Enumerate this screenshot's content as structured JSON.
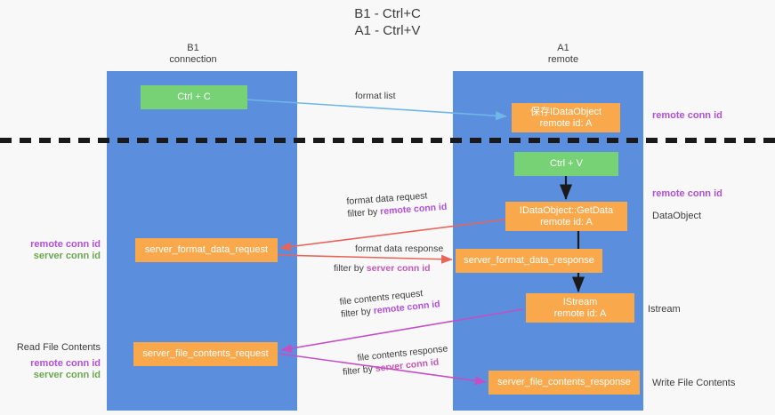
{
  "title": "B1 - Ctrl+C\nA1 - Ctrl+V",
  "lanes": [
    {
      "id": "b1",
      "header": "B1\nconnection"
    },
    {
      "id": "a1",
      "header": "A1\nremote"
    }
  ],
  "boxes": [
    {
      "id": "ctrl-c",
      "text": "Ctrl + C",
      "color": "green"
    },
    {
      "id": "idataobject-remote",
      "text": "保存IDataObject\nremote id: A",
      "color": "orange"
    },
    {
      "id": "ctrl-v",
      "text": "Ctrl + V",
      "color": "green"
    },
    {
      "id": "idataobject-getdata",
      "text": "IDataObject::GetData\nremote id: A",
      "color": "orange"
    },
    {
      "id": "server-format-data-request",
      "text": "server_format_data_request",
      "color": "orange"
    },
    {
      "id": "server-format-data-response",
      "text": "server_format_data_response",
      "color": "orange"
    },
    {
      "id": "istream-remote",
      "text": "IStream\nremote id: A",
      "color": "orange"
    },
    {
      "id": "server-file-contents-request",
      "text": "server_file_contents_request",
      "color": "orange"
    },
    {
      "id": "server-file-contents-response",
      "text": "server_file_contents_response",
      "color": "orange"
    }
  ],
  "edges": [
    {
      "id": "format-list",
      "line1": "format list",
      "line2": "",
      "line2_prefix": "",
      "line2_highlight": ""
    },
    {
      "id": "format-data-request",
      "line1": "format data request",
      "line2_prefix": "filter by ",
      "line2_highlight": "remote conn id"
    },
    {
      "id": "format-data-response",
      "line1": "format data response",
      "line2_prefix": "filter by ",
      "line2_highlight": "server conn id"
    },
    {
      "id": "file-contents-request",
      "line1": "file contents request",
      "line2_prefix": "filter by ",
      "line2_highlight": "remote conn id"
    },
    {
      "id": "file-contents-response",
      "line1": "file contents response",
      "line2_prefix": "filter by ",
      "line2_highlight": "server conn id"
    }
  ],
  "annotations": {
    "right_remote_conn_id_top": "remote conn id",
    "right_remote_conn_id_mid": "remote conn id",
    "right_dataobject": "DataObject",
    "right_istream": "Istream",
    "right_write_file_contents": "Write File Contents",
    "left_remote_conn_id_mid": "remote conn id",
    "left_server_conn_id_mid": "server conn id",
    "left_read_file_contents": "Read File Contents",
    "left_remote_conn_id_bot": "remote conn id",
    "left_server_conn_id_bot": "server conn id"
  },
  "colors": {
    "lane": "#5b8fdd",
    "box_green": "#76d275",
    "box_orange": "#f9a94c",
    "purple": "#b14fd8",
    "green_text": "#6aa84f",
    "divider": "#1a1a1a",
    "arrow_blue": "#6fb7e8",
    "arrow_red": "#e8635a",
    "arrow_magenta": "#c44fc4",
    "arrow_dark": "#1a1a1a"
  }
}
